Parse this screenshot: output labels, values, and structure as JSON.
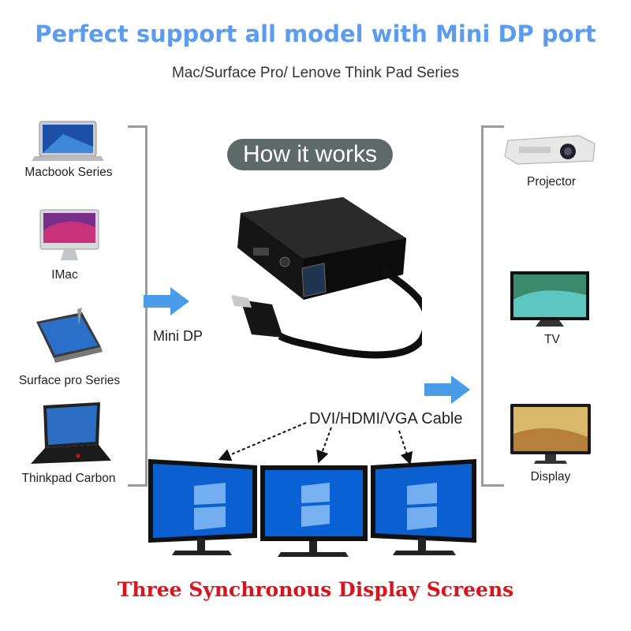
{
  "title": "Perfect support all model with Mini DP port",
  "subtitle": "Mac/Surface Pro/ Lenove Think Pad Series",
  "how_it_works": "How it works",
  "left_devices": [
    {
      "label": "Macbook Series",
      "icon": "laptop-icon"
    },
    {
      "label": "IMac",
      "icon": "imac-icon"
    },
    {
      "label": "Surface pro Series",
      "icon": "tablet-icon"
    },
    {
      "label": "Thinkpad Carbon",
      "icon": "laptop-icon"
    }
  ],
  "right_devices": [
    {
      "label": "Projector",
      "icon": "projector-icon"
    },
    {
      "label": "TV",
      "icon": "tv-icon"
    },
    {
      "label": "Display",
      "icon": "monitor-icon"
    }
  ],
  "mini_dp_label": "Mini DP",
  "cable_label": "DVI/HDMI/VGA Cable",
  "bottom_caption": "Three Synchronous Display Screens",
  "colors": {
    "title": "#5b9cf0",
    "arrow": "#4a9be8",
    "caption": "#d8141c",
    "pill": "#5e6a67",
    "bracket": "#9a9a9a"
  }
}
